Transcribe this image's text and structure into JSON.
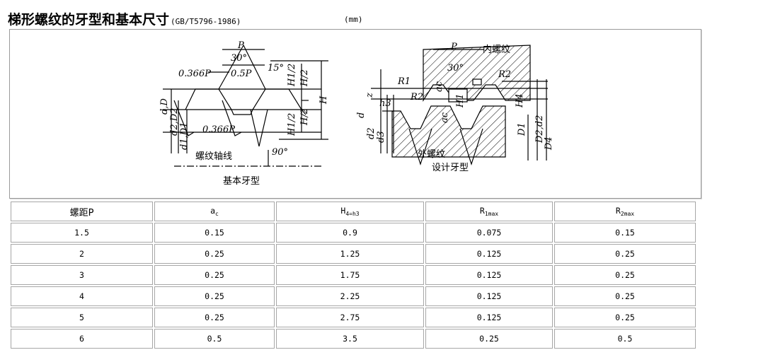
{
  "page": {
    "title": "梯形螺纹的牙型和基本尺寸",
    "standard": "(GB/T5796-1986)",
    "unit": "(mm)"
  },
  "figure": {
    "left": {
      "caption": "基本牙型",
      "axis_label": "螺纹轴线",
      "labels": [
        "P",
        "30°",
        "15°",
        "0.366P",
        "0.5P",
        "0.366P",
        "90°",
        "H1/2",
        "H/2",
        "H/2",
        "H1/2",
        "H",
        "d,D",
        "d2,D2",
        "d1,D1"
      ]
    },
    "right": {
      "caption": "设计牙型",
      "internal": "内螺纹",
      "external": "外螺纹",
      "labels": [
        "P",
        "30°",
        "R1",
        "R2",
        "R2",
        "z",
        "h3",
        "H4",
        "H1",
        "ac",
        "ac",
        "d",
        "d2",
        "d3",
        "D1",
        "D2,d2",
        "D4"
      ]
    }
  },
  "table": {
    "headers": [
      "螺距P",
      "a",
      "H",
      "R",
      "R"
    ],
    "header_subs": [
      "",
      "c",
      "4=h3",
      "1max",
      "2max"
    ],
    "rows": [
      [
        "1.5",
        "0.15",
        "0.9",
        "0.075",
        "0.15"
      ],
      [
        "2",
        "0.25",
        "1.25",
        "0.125",
        "0.25"
      ],
      [
        "3",
        "0.25",
        "1.75",
        "0.125",
        "0.25"
      ],
      [
        "4",
        "0.25",
        "2.25",
        "0.125",
        "0.25"
      ],
      [
        "5",
        "0.25",
        "2.75",
        "0.125",
        "0.25"
      ],
      [
        "6",
        "0.5",
        "3.5",
        "0.25",
        "0.5"
      ]
    ]
  }
}
